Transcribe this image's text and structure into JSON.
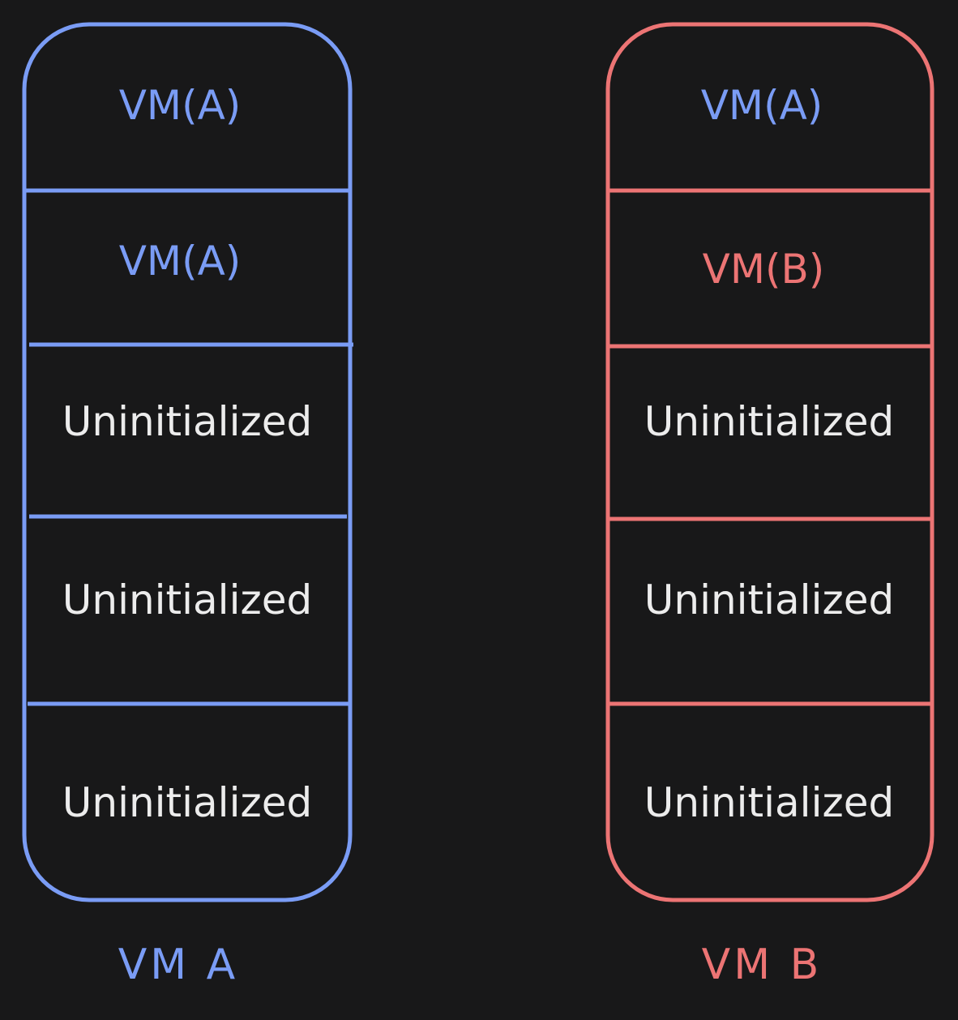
{
  "colors": {
    "background": "#181819",
    "vm_a": "#7a9cf5",
    "vm_b": "#ec7474",
    "text_default": "#ececec"
  },
  "columns": [
    {
      "id": "vm-a",
      "caption": "VM A",
      "border_color": "vm_a",
      "caption_color": "vm_a",
      "cells": [
        {
          "label": "VM(A)",
          "color": "vm_a"
        },
        {
          "label": "VM(A)",
          "color": "vm_a"
        },
        {
          "label": "Uninitialized",
          "color": "text_default"
        },
        {
          "label": "Uninitialized",
          "color": "text_default"
        },
        {
          "label": "Uninitialized",
          "color": "text_default"
        }
      ]
    },
    {
      "id": "vm-b",
      "caption": "VM B",
      "border_color": "vm_b",
      "caption_color": "vm_b",
      "cells": [
        {
          "label": "VM(A)",
          "color": "vm_a"
        },
        {
          "label": "VM(B)",
          "color": "vm_b"
        },
        {
          "label": "Uninitialized",
          "color": "text_default"
        },
        {
          "label": "Uninitialized",
          "color": "text_default"
        },
        {
          "label": "Uninitialized",
          "color": "text_default"
        }
      ]
    }
  ]
}
